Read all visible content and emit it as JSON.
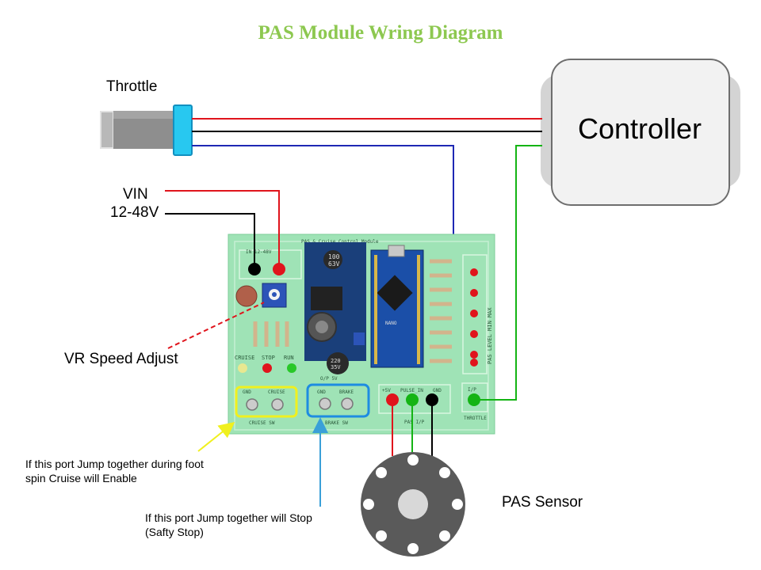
{
  "title": "PAS Module Wring Diagram",
  "labels": {
    "throttle": "Throttle",
    "controller": "Controller",
    "vin": "VIN",
    "vin_range": "12-48V",
    "vr_speed": "VR Speed Adjust",
    "pas_sensor": "PAS Sensor"
  },
  "notes": {
    "cruise_line1": "If this port Jump together during foot",
    "cruise_line2": "spin Cruise will Enable",
    "stop_line1": "If this port Jump together will Stop",
    "stop_line2": "(Safty Stop)"
  },
  "board": {
    "header_text": "PAS & Cruise Control Module",
    "vin_port": "IN 12-48V",
    "cap1_value": "100",
    "cap1_volt": "63V",
    "cap2_value": "220",
    "cap2_volt": "35V",
    "cruise_led": "CRUISE",
    "stop_led": "STOP",
    "run_led": "RUN",
    "cruise_sw_left": "GND",
    "cruise_sw_right": "CRUISE",
    "cruise_sw_label": "CRUISE SW",
    "brake_sw_left": "GND",
    "brake_sw_right": "BRAKE",
    "brake_sw_label": "BRAKE SW",
    "pas_plus5v": "+5V",
    "pas_pulse": "PULSE_IN",
    "pas_gnd": "GND",
    "pas_port_label": "PAS I/P",
    "throttle_out_top": "I/P",
    "throttle_out_label": "THROTTLE",
    "nano_text": "NANO",
    "out_label": "O/P 5V",
    "pas_level_label": "PAS LEVEL  MIN  MAX"
  },
  "colors": {
    "title": "#8dc850",
    "wire_red": "#e0141c",
    "wire_black": "#000000",
    "wire_blue": "#1e28b4",
    "wire_green": "#14b414",
    "pcb": "#9fe3b6",
    "cruise_box": "#f0f01e",
    "brake_box": "#1e8ce1",
    "pointer_red": "#e0141c",
    "arrow_yellow": "#f0f01e",
    "arrow_blue": "#3aa0d8",
    "throttle_blue": "#28c8f0"
  }
}
